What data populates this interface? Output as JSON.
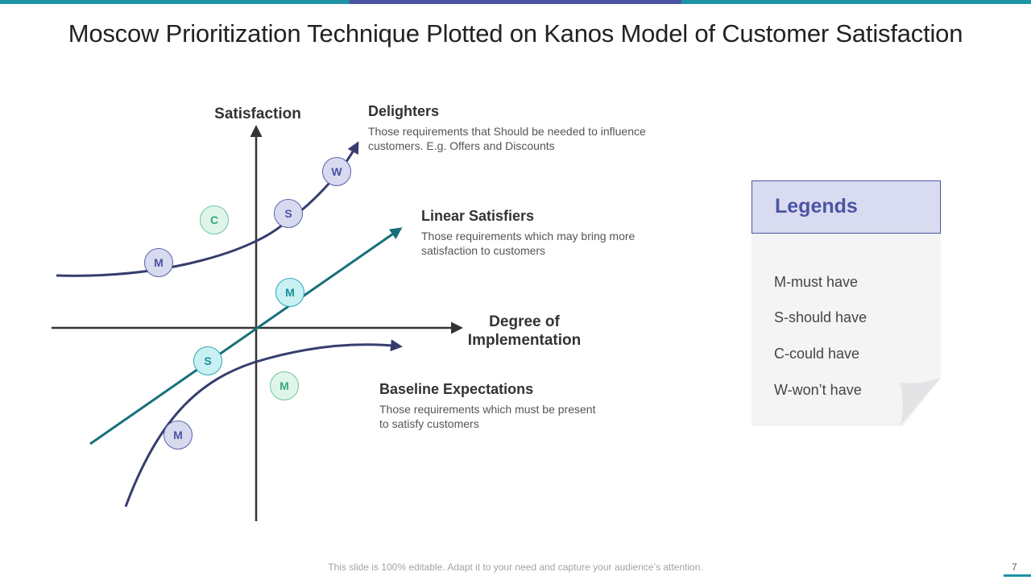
{
  "title": "Moscow Prioritization Technique Plotted on Kanos Model of Customer Satisfaction",
  "axes": {
    "y_label": "Satisfaction",
    "x_label_line1": "Degree of",
    "x_label_line2": "Implementation"
  },
  "curves": {
    "delighters": {
      "title": "Delighters",
      "desc_line1": "Those requirements that Should be needed to influence",
      "desc_line2": "customers. E.g. Offers and Discounts"
    },
    "linear": {
      "title": "Linear Satisfiers",
      "desc_line1": "Those requirements which may bring more",
      "desc_line2": "satisfaction to customers"
    },
    "baseline": {
      "title": "Baseline Expectations",
      "desc_line1": "Those requirements which must be present",
      "desc_line2": "to satisfy customers"
    }
  },
  "markers": {
    "delighters_w": "W",
    "delighters_s": "S",
    "delighters_c": "C",
    "delighters_m": "M",
    "linear_m": "M",
    "linear_s": "S",
    "baseline_m_upper": "M",
    "baseline_m_lower": "M"
  },
  "legend": {
    "title": "Legends",
    "items": [
      "M-must have",
      "S-should have",
      "C-could have",
      "W-won’t have"
    ]
  },
  "footer": "This slide is 100% editable. Adapt it to your need and capture your audience’s attention.",
  "page_number": "7",
  "colors": {
    "navy": "#363d6e",
    "teal": "#16707a",
    "accent_blue": "#4b54a3",
    "accent_teal": "#1e93a3"
  }
}
